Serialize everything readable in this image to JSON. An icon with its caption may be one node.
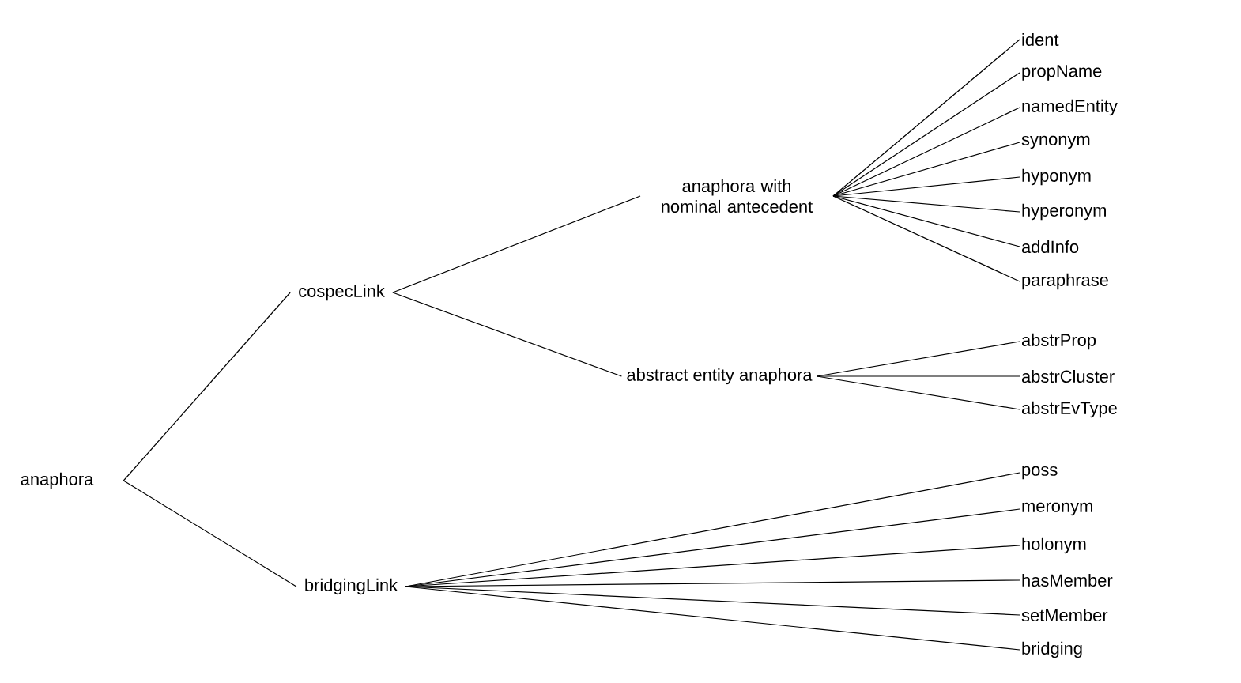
{
  "diagram": {
    "nodes": [
      {
        "text": [
          "anaphora"
        ]
      },
      {
        "text": [
          "cospecLink"
        ]
      },
      {
        "text": [
          "bridgingLink"
        ]
      },
      {
        "text": [
          "anaphora with nominal antecedent"
        ]
      },
      {
        "text": [
          "abstract entity anaphora"
        ]
      },
      {
        "text": [
          "ident"
        ]
      },
      {
        "text": [
          "propName"
        ]
      },
      {
        "text": [
          "namedEntity"
        ]
      },
      {
        "text": [
          "synonym"
        ]
      },
      {
        "text": [
          "hyponym"
        ]
      },
      {
        "text": [
          "hyperonym"
        ]
      },
      {
        "text": [
          "addInfo"
        ]
      },
      {
        "text": [
          "paraphrase"
        ]
      },
      {
        "text": [
          "abstrProp"
        ]
      },
      {
        "text": [
          "abstrCluster"
        ]
      },
      {
        "text": [
          "abstrEvType"
        ]
      },
      {
        "text": [
          "poss"
        ]
      },
      {
        "text": [
          "meronym"
        ]
      },
      {
        "text": [
          "holonym"
        ]
      },
      {
        "text": [
          "hasMember"
        ]
      },
      {
        "text": [
          "setMember"
        ]
      },
      {
        "text": [
          "bridging"
        ]
      }
    ],
    "edges": [
      {
        "from": 0,
        "to": 1,
        "arrow": "none"
      },
      {
        "from": 0,
        "to": 2,
        "arrow": "none"
      },
      {
        "from": 1,
        "to": 3,
        "arrow": "none"
      },
      {
        "from": 1,
        "to": 4,
        "arrow": "none"
      },
      {
        "from": 3,
        "to": 5,
        "arrow": "none"
      },
      {
        "from": 3,
        "to": 6,
        "arrow": "none"
      },
      {
        "from": 3,
        "to": 7,
        "arrow": "none"
      },
      {
        "from": 3,
        "to": 8,
        "arrow": "none"
      },
      {
        "from": 3,
        "to": 9,
        "arrow": "none"
      },
      {
        "from": 3,
        "to": 10,
        "arrow": "none"
      },
      {
        "from": 3,
        "to": 11,
        "arrow": "none"
      },
      {
        "from": 3,
        "to": 12,
        "arrow": "none"
      },
      {
        "from": 4,
        "to": 13,
        "arrow": "none"
      },
      {
        "from": 4,
        "to": 14,
        "arrow": "none"
      },
      {
        "from": 4,
        "to": 15,
        "arrow": "none"
      },
      {
        "from": 2,
        "to": 16,
        "arrow": "none"
      },
      {
        "from": 2,
        "to": 17,
        "arrow": "none"
      },
      {
        "from": 2,
        "to": 18,
        "arrow": "none"
      },
      {
        "from": 2,
        "to": 19,
        "arrow": "none"
      },
      {
        "from": 2,
        "to": 20,
        "arrow": "none"
      },
      {
        "from": 2,
        "to": 21,
        "arrow": "none"
      }
    ]
  }
}
